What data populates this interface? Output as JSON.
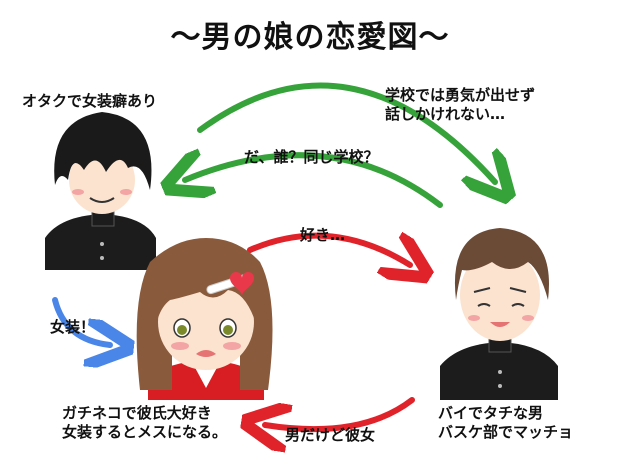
{
  "title": "～男の娘の恋愛図～",
  "nodes": {
    "otaku": {
      "description": "オタクで女装癖あり"
    },
    "boy": {
      "line1": "バイでタチな男",
      "line2": "バスケ部でマッチョ"
    },
    "girl": {
      "line1": "ガチネコで彼氏大好き",
      "line2": "女装するとメスになる。"
    }
  },
  "edges": {
    "otaku_to_boy": {
      "line1": "学校では勇気が出せず",
      "line2": "話しかけれない…"
    },
    "boy_to_otaku": {
      "label": "だ、誰？同じ学校？"
    },
    "girl_to_boy": {
      "label": "好き…"
    },
    "boy_to_girl": {
      "label": "男だけど彼女"
    },
    "otaku_to_girl": {
      "label": "女装！"
    }
  },
  "colors": {
    "green": "#36a23a",
    "red": "#e0232a",
    "blue": "#4a86e8"
  }
}
